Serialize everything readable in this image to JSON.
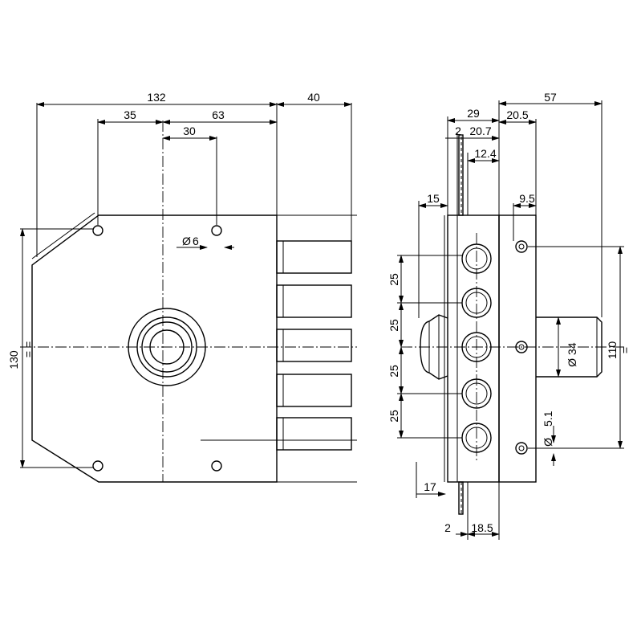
{
  "front_view": {
    "dims": {
      "overall_width": "132",
      "projection": "40",
      "left_to_center": "35",
      "center_to_right": "63",
      "hole_offset": "30",
      "hole_dia": "6",
      "height": "130",
      "height_sym": "= ="
    }
  },
  "side_view": {
    "dims": {
      "depth": "29",
      "overall_depth": "57",
      "plate_thk_top": "2",
      "body_depth": "20.7",
      "back_offset": "20.5",
      "key_offset": "12.4",
      "knob_offset": "15",
      "hole_edge": "9.5",
      "pitch_1": "25",
      "pitch_2": "25",
      "pitch_3": "25",
      "pitch_4": "25",
      "cylinder_dia": "34",
      "hole_spacing": "110",
      "hole_spacing_sym": "=",
      "hole_dia": "5.1",
      "bottom_offset": "17",
      "plate_thk_bottom": "2",
      "bottom_depth": "18.5"
    }
  },
  "symbols": {
    "diameter": "Ø"
  }
}
